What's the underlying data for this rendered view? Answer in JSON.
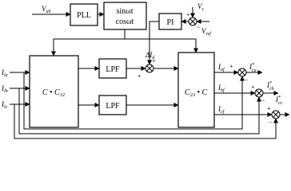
{
  "blocks": {
    "pll": "PLL",
    "sin": "sinωt",
    "cos": "cosωt",
    "pi": "PI",
    "transform_left": "C • C",
    "transform_left_sub": "32",
    "lpf1": "LPF",
    "lpf2": "LPF",
    "transform_right": "C",
    "transform_right_sub": "23",
    "transform_right_tail": " • C"
  },
  "inputs": {
    "vab": "V",
    "vab_sub": "ab",
    "vc": "V",
    "vc_sub": "c",
    "vref": "V",
    "vref_sub": "ref",
    "ia": "I",
    "ia_sub": "la",
    "ib": "I",
    "ib_sub": "lb",
    "ic": "I",
    "ic_sub": "lc"
  },
  "signals": {
    "delta_id": "ΔI",
    "delta_id_sub": "d",
    "ilaf": "I",
    "ilaf_sub": "af",
    "ilbf": "I",
    "ilbf_sub": "bf",
    "ilcf": "I",
    "ilcf_sub": "cf",
    "ica": "I",
    "ica_sub": "ca",
    "ica_sup": "*",
    "icb": "I",
    "icb_sub": "cb",
    "icb_sup": "*",
    "icc": "I",
    "icc_sub": "cc",
    "icc_sup": "*"
  },
  "signs": {
    "plus": "+",
    "minus": "−"
  }
}
